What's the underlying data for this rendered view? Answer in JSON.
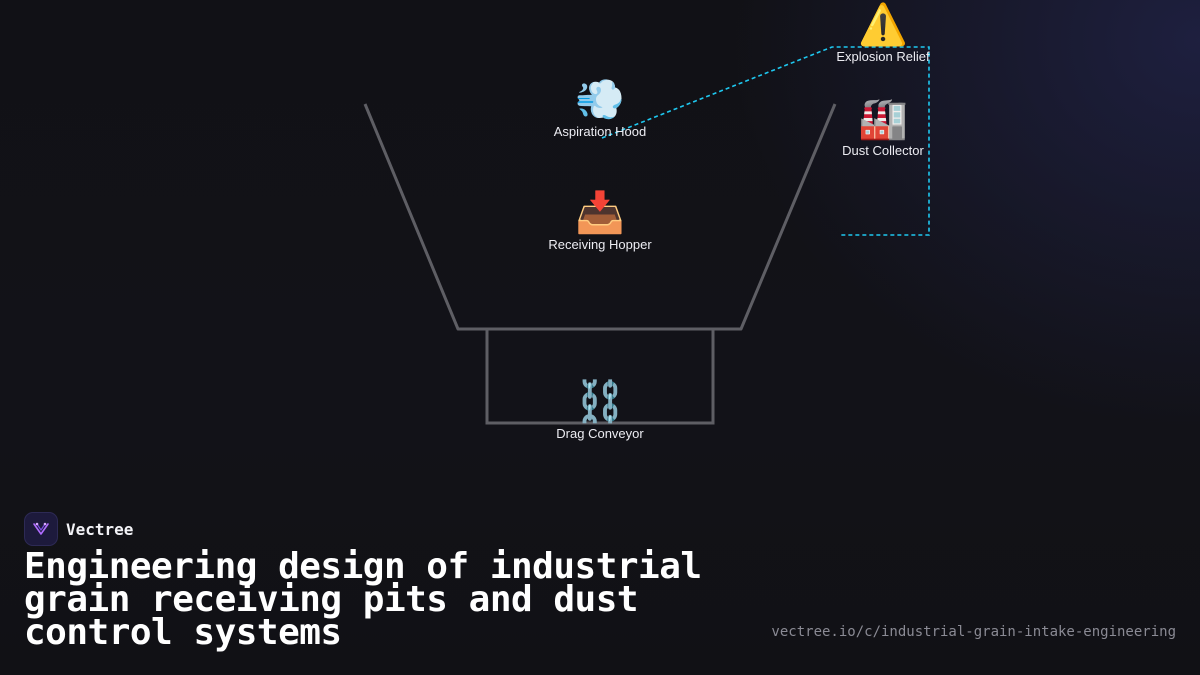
{
  "diagram": {
    "nodes": {
      "aspiration_hood": {
        "icon": "💨",
        "icon_name": "wind-icon",
        "label": "Aspiration Hood"
      },
      "receiving_hopper": {
        "icon": "📥",
        "icon_name": "inbox-tray-icon",
        "label": "Receiving Hopper"
      },
      "drag_conveyor": {
        "icon": "⛓️",
        "icon_name": "chain-icon",
        "label": "Drag Conveyor"
      },
      "explosion_relief": {
        "icon": "⚠️",
        "icon_name": "warning-icon",
        "label": "Explosion Relief"
      },
      "dust_collector": {
        "icon": "🏭",
        "icon_name": "factory-icon",
        "label": "Dust Collector"
      }
    },
    "colors": {
      "pit_outline": "#5e5e64",
      "duct_line": "#1ec8f0"
    }
  },
  "footer": {
    "brand_name": "Vectree",
    "title": "Engineering design of industrial grain receiving pits and dust control systems",
    "url": "vectree.io/c/industrial-grain-intake-engineering"
  }
}
